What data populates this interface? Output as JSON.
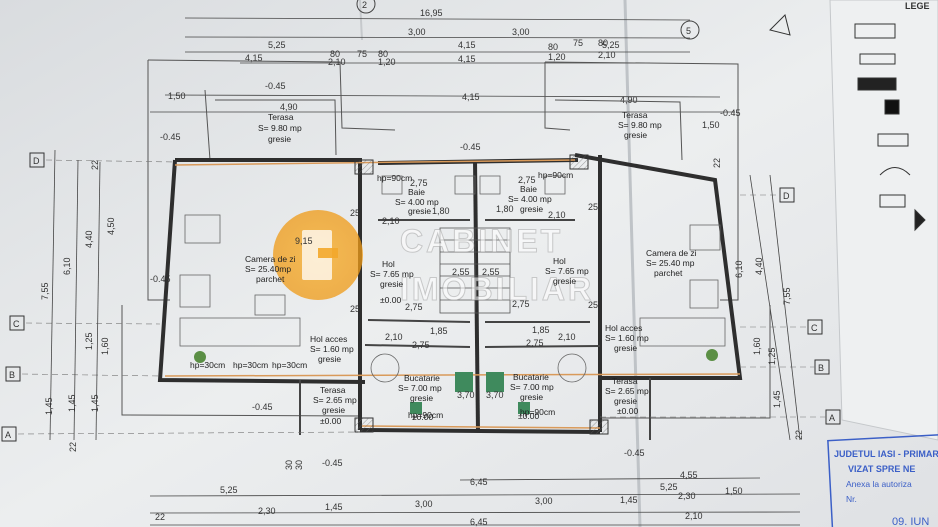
{
  "plan": {
    "top_dims": {
      "total": "16,95",
      "row1": [
        "5,25",
        "3,00",
        "4,15",
        "3,00",
        "5,25"
      ],
      "row2": [
        "4,15",
        "80",
        "75",
        "80",
        "4,15",
        "80",
        "75",
        "80"
      ],
      "row3": [
        "2,10",
        "1,20",
        "1,20",
        "2,10"
      ],
      "mid_a": "4,90",
      "mid_b": "4,15",
      "mid_c": "4,90",
      "left_a": "1,50",
      "right_a": "1,50"
    },
    "levels": [
      "-0.45",
      "-0.45",
      "-0.45",
      "-0.45",
      "-0.45",
      "-0.45",
      "-0.45",
      "-0.45"
    ],
    "axis_labels": [
      "D",
      "C",
      "B",
      "A",
      "D",
      "C",
      "B",
      "A"
    ],
    "column_labels": [
      "2",
      "5"
    ],
    "rooms": {
      "terasa_top_left": {
        "name": "Terasa",
        "area": "S= 9.80 mp",
        "finish": "gresie"
      },
      "terasa_top_right": {
        "name": "Terasa",
        "area": "S= 9.80 mp",
        "finish": "gresie"
      },
      "baie_left": {
        "name": "Baie",
        "area": "S= 4.00 mp",
        "finish": "gresie"
      },
      "baie_right": {
        "name": "Baie",
        "area": "S= 4.00 mp",
        "finish": "gresie"
      },
      "camera_left": {
        "name": "Camera de zi",
        "area": "S= 25.40mp",
        "finish": "parchet"
      },
      "camera_right": {
        "name": "Camera de zi",
        "area": "S= 25.40 mp",
        "finish": "parchet"
      },
      "hol_left": {
        "name": "Hol",
        "area": "S= 7.65 mp",
        "finish": "gresie"
      },
      "hol_right": {
        "name": "Hol",
        "area": "S= 7.65 mp",
        "finish": "gresie"
      },
      "hol_acces_left": {
        "name": "Hol acces",
        "area": "S= 1.60 mp",
        "finish": "gresie"
      },
      "hol_acces_right": {
        "name": "Hol acces",
        "area": "S= 1.60 mp",
        "finish": "gresie"
      },
      "bucatarie_left": {
        "name": "Bucatarie",
        "area": "S= 7.00 mp",
        "finish": "gresie"
      },
      "bucatarie_right": {
        "name": "Bucatarie",
        "area": "S= 7.00 mp",
        "finish": "gresie"
      },
      "terasa_bot_left": {
        "name": "Terasa",
        "area": "S= 2.65 mp",
        "finish": "gresie"
      },
      "terasa_bot_right": {
        "name": "Terasa",
        "area": "S= 2.65 mp",
        "finish": "gresie"
      }
    },
    "hp_labels": [
      "hp=90cm",
      "hp=90cm",
      "hp=30cm",
      "hp=30cm",
      "hp=30cm",
      "hp=90cm",
      "hp=90cm"
    ],
    "level_zero": [
      "±0.00",
      "±0.00",
      "±0.00",
      "±0.00",
      "±0.00"
    ],
    "inner_dims": [
      "2,75",
      "2,75",
      "1,80",
      "2,10",
      "1,80",
      "2,10",
      "9,15",
      "2,75",
      "2,75",
      "1,85",
      "2,10",
      "2,75",
      "2,75",
      "2,10",
      "1,85",
      "2,55",
      "2,55",
      "3,70",
      "3,70",
      "25",
      "25",
      "25",
      "25"
    ],
    "left_dims": [
      "22",
      "6,10",
      "4,40",
      "4,50",
      "7,55",
      "1,25",
      "1,60",
      "1,45",
      "1,45",
      "1,45",
      "22"
    ],
    "right_dims": [
      "22",
      "6,10",
      "4,40",
      "7,55",
      "1,25",
      "1,60",
      "1,45",
      "22"
    ],
    "bottom_dims": {
      "row1": [
        "4,55"
      ],
      "row2": [
        "5,25",
        "6,45",
        "5,25"
      ],
      "row3": [
        "2,30",
        "1,45",
        "3,00",
        "3,00",
        "1,45",
        "2,30",
        "1,50"
      ],
      "row4": [
        "6,45",
        "2,10"
      ],
      "left_small": "22",
      "left_base": "30",
      "left_base2": "30"
    },
    "watermark": {
      "line1": "CABINET",
      "line2": "IMOBILIAR"
    }
  },
  "stamp": {
    "line1": "JUDETUL IASI - PRIMARIA C",
    "line2": "VIZAT SPRE NE",
    "line3": "Anexa la autoriza",
    "line4": "Nr.",
    "date": "09. IUN"
  },
  "legend_header": "LEGE",
  "colors": {
    "paper": "#e9ebed",
    "wall": "#333333",
    "accent": "#d99a5a",
    "stamp": "#3b5fc7",
    "logo": "#f2a21f"
  }
}
